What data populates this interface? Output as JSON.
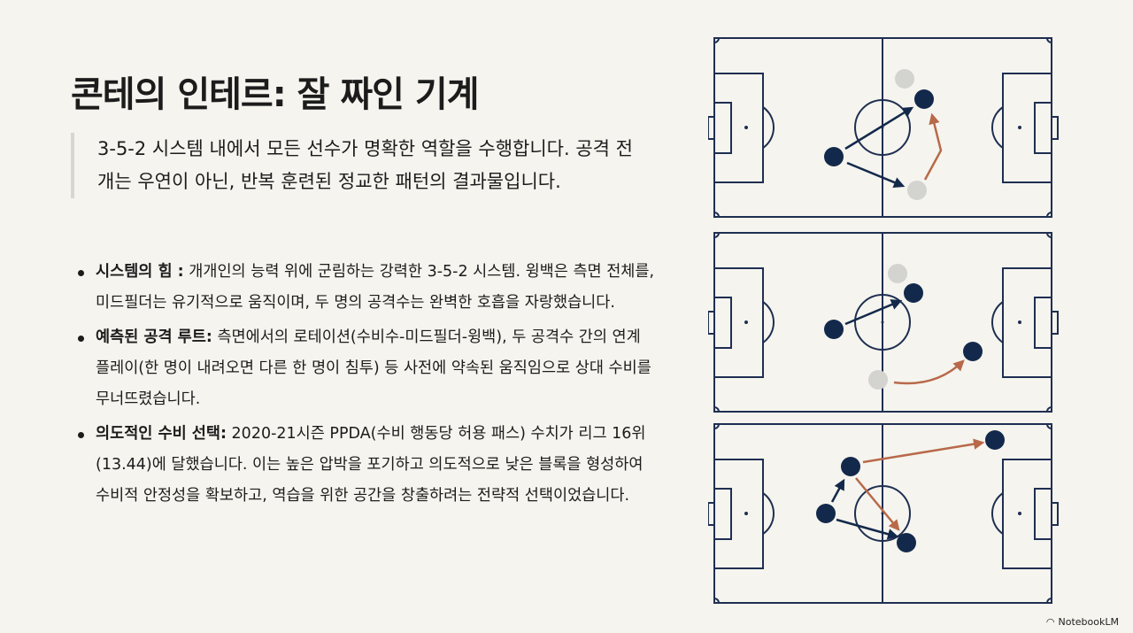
{
  "slide": {
    "title": "콘테의 인테르: 잘 짜인 기계",
    "quote": "3-5-2 시스템 내에서 모든 선수가 명확한 역할을 수행합니다. 공격 전개는 우연이 아닌, 반복 훈련된 정교한 패턴의 결과물입니다.",
    "bullets": [
      {
        "label": "시스템의 힘 :",
        "text": " 개개인의 능력 위에 군림하는 강력한 3-5-2 시스템. 윙백은 측면 전체를, 미드필더는 유기적으로 움직이며, 두 명의 공격수는 완벽한 호흡을 자랑했습니다."
      },
      {
        "label": "예측된 공격 루트:",
        "text": " 측면에서의 로테이션(수비수-미드필더-윙백), 두 공격수 간의 연계 플레이(한 명이 내려오면 다른 한 명이 침투) 등 사전에 약속된 움직임으로 상대 수비를 무너뜨렸습니다."
      },
      {
        "label": "의도적인 수비 선택:",
        "text": " 2020-21시즌 PPDA(수비 행동당 허용 패스) 수치가 리그 16위(13.44)에 달했습니다. 이는 높은 압박을 포기하고 의도적으로 낮은 블록을 형성하여 수비적 안정성을 확보하고, 역습을 위한 공간을 창출하려는 전략적 선택이었습니다."
      }
    ]
  },
  "colors": {
    "navy": "#13294b",
    "grey": "#d3d3d0",
    "orange": "#b8694a",
    "line": "#1f2f52"
  },
  "watermark": "NotebookLM"
}
